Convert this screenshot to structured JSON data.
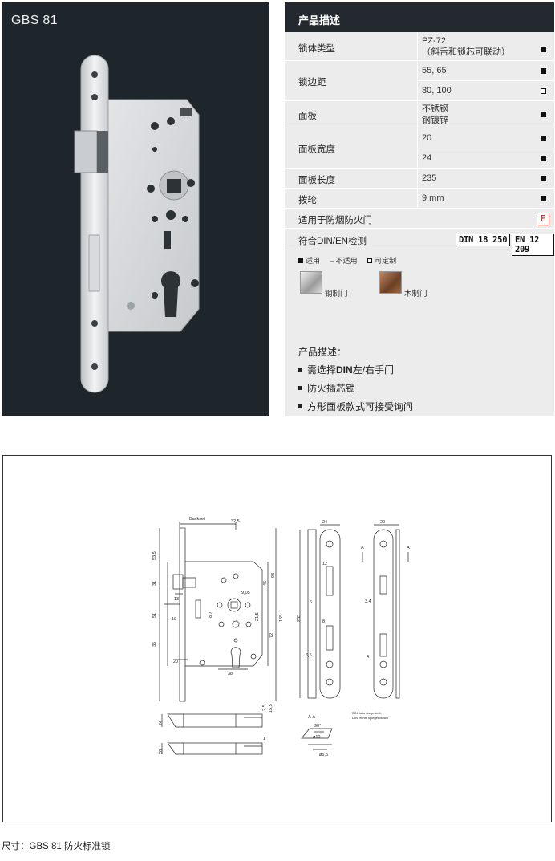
{
  "product": {
    "title": "GBS 81"
  },
  "spec": {
    "header": "产品描述",
    "rows": [
      {
        "label": "锁体类型",
        "values": [
          {
            "text": "PZ-72\n（斜舌和锁芯可联动）",
            "mark": "applicable"
          }
        ]
      },
      {
        "label": "锁边距",
        "values": [
          {
            "text": "55, 65",
            "mark": "applicable"
          },
          {
            "text": "80, 100",
            "mark": "customizable"
          }
        ]
      },
      {
        "label": "面板",
        "values": [
          {
            "text": "不锈钢\n钢镀锌",
            "mark": "applicable"
          }
        ]
      },
      {
        "label": "面板宽度",
        "values": [
          {
            "text": "20",
            "mark": "applicable"
          },
          {
            "text": "24",
            "mark": "applicable"
          }
        ]
      },
      {
        "label": "面板长度",
        "values": [
          {
            "text": "235",
            "mark": "applicable"
          }
        ]
      },
      {
        "label": "拨轮",
        "values": [
          {
            "text": "9 mm",
            "mark": "applicable"
          }
        ]
      }
    ],
    "fire_row": {
      "label": "适用于防烟防火门",
      "badge": "F"
    },
    "din_row": {
      "label": "符合DIN/EN检测",
      "badges": [
        "DIN 18 250",
        "EN 12 209"
      ]
    },
    "legend": {
      "applicable": "适用",
      "not_applicable": "不适用",
      "customizable": "可定制",
      "dash": "–"
    },
    "doors": [
      {
        "label": "钢制门",
        "color": "#c8c8c8"
      },
      {
        "label": "木制门",
        "color": "#7a4a2a"
      }
    ],
    "description_title": "产品描述：",
    "bullets": [
      {
        "prefix": "需选择",
        "bold": "DIN",
        "suffix": "左/右手门"
      },
      {
        "prefix": "防火插芯锁",
        "bold": "",
        "suffix": ""
      },
      {
        "prefix": "方形面板款式可接受询问",
        "bold": "",
        "suffix": ""
      }
    ]
  },
  "drawing": {
    "backset_label": "Backset",
    "dims": {
      "d32_5": "32,5",
      "d24": "24",
      "d20": "20",
      "d53_5": "53,5",
      "d31": "31",
      "d13": "13",
      "d51": "51",
      "d10": "10",
      "d35": "35",
      "d20b": "20",
      "d38": "38",
      "d9_05": "9,05",
      "d8_7": "8,7",
      "d45": "45",
      "d93": "93",
      "d165": "165",
      "d21_5": "21,5",
      "d72": "72",
      "d235": "235",
      "d12": "12",
      "d6": "6",
      "d8": "8",
      "d6_5": "6,5",
      "d3_4": "3,4",
      "d4": "4",
      "d2_5": "2,5",
      "d15_5": "15,5",
      "d24b": "24",
      "d20c": "20",
      "d1": "1",
      "d90": "90°",
      "d10b": "ø10",
      "d5_5": "ø5,5",
      "sectionA": "A",
      "sectionAA": "A-A",
      "note1": "DIN links dargestellt,",
      "note2": "DIN rechts spiegelbildlich"
    }
  },
  "caption": "尺寸：GBS 81 防火标准锁"
}
